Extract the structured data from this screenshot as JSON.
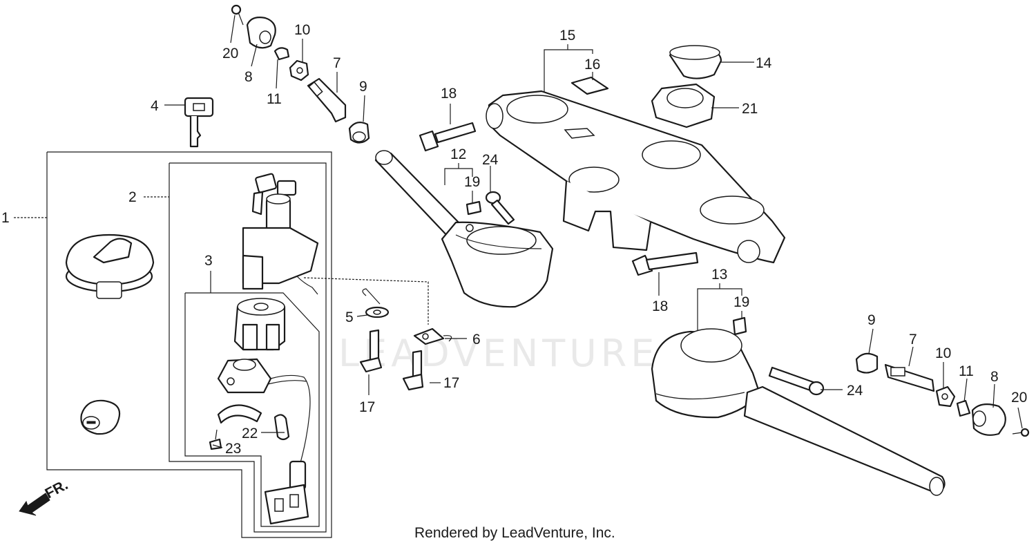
{
  "watermark": "LEADVENTURE",
  "credit": "Rendered by LeadVenture, Inc.",
  "direction_label": "FR.",
  "callouts": {
    "c1": "1",
    "c2": "2",
    "c3": "3",
    "c4": "4",
    "c5": "5",
    "c6": "6",
    "c7a": "7",
    "c7b": "7",
    "c8a": "8",
    "c8b": "8",
    "c9a": "9",
    "c9b": "9",
    "c10a": "10",
    "c10b": "10",
    "c11a": "11",
    "c11b": "11",
    "c12": "12",
    "c13": "13",
    "c14": "14",
    "c15": "15",
    "c16": "16",
    "c17a": "17",
    "c17b": "17",
    "c18a": "18",
    "c18b": "18",
    "c19a": "19",
    "c19b": "19",
    "c20a": "20",
    "c20b": "20",
    "c21": "21",
    "c22": "22",
    "c23": "23",
    "c24a": "24",
    "c24b": "24"
  }
}
